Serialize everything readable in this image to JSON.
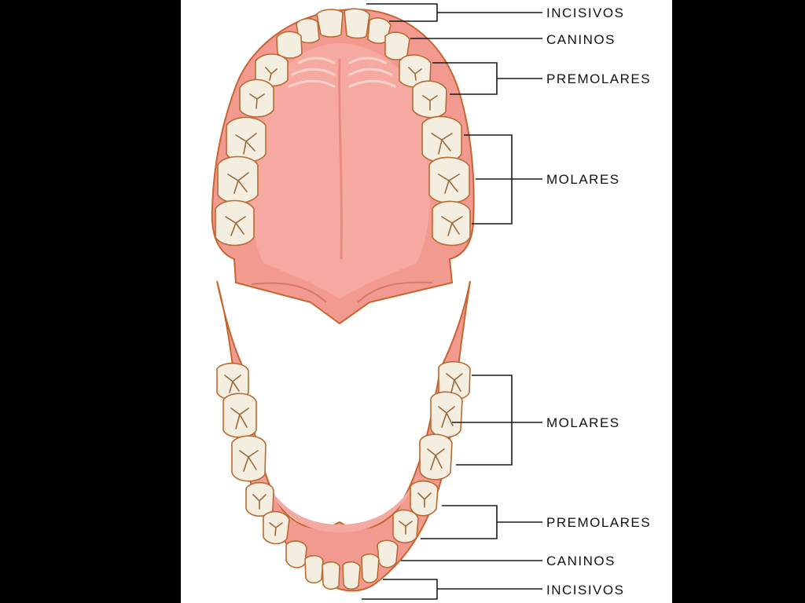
{
  "diagram": {
    "colors": {
      "background": "#000000",
      "panel": "#ffffff",
      "gum": "#f29a90",
      "gum_edge": "#c8642f",
      "palate_ridge": "#f9c7bf",
      "tooth": "#f4eee0",
      "tooth_edge": "#b86a30",
      "fissure": "#9a6a3a"
    },
    "upper_labels": {
      "incisors": "INCISIVOS",
      "canines": "CANINOS",
      "premolars": "PREMOLARES",
      "molars": "MOLARES"
    },
    "lower_labels": {
      "molars": "MOLARES",
      "premolars": "PREMOLARES",
      "canines": "CANINOS",
      "incisors": "INCISIVOS"
    }
  }
}
